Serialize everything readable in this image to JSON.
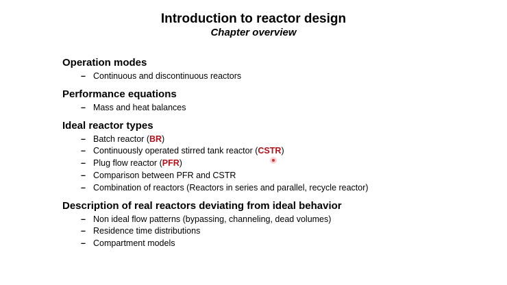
{
  "title": "Introduction to reactor design",
  "subtitle": "Chapter overview",
  "bullet_char": "–",
  "highlight_color": "#b01218",
  "sections": [
    {
      "heading": "Operation modes",
      "items": [
        {
          "text": "Continuous and discontinuous reactors"
        }
      ]
    },
    {
      "heading": "Performance equations",
      "items": [
        {
          "text": "Mass and heat balances"
        }
      ]
    },
    {
      "heading": "Ideal reactor types",
      "items": [
        {
          "pre": "Batch reactor (",
          "hl": "BR",
          "post": ")"
        },
        {
          "pre": "Continuously operated stirred tank reactor (",
          "hl": "CSTR",
          "post": ")"
        },
        {
          "pre": "Plug flow reactor (",
          "hl": "PFR",
          "post": ")"
        },
        {
          "text": "Comparison between PFR and CSTR"
        },
        {
          "text": "Combination of reactors (Reactors in series and parallel, recycle reactor)"
        }
      ]
    },
    {
      "heading": "Description of real reactors deviating from ideal behavior",
      "items": [
        {
          "text": "Non ideal flow patterns (bypassing, channeling, dead volumes)"
        },
        {
          "text": "Residence time distributions"
        },
        {
          "text": "Compartment models"
        }
      ]
    }
  ]
}
